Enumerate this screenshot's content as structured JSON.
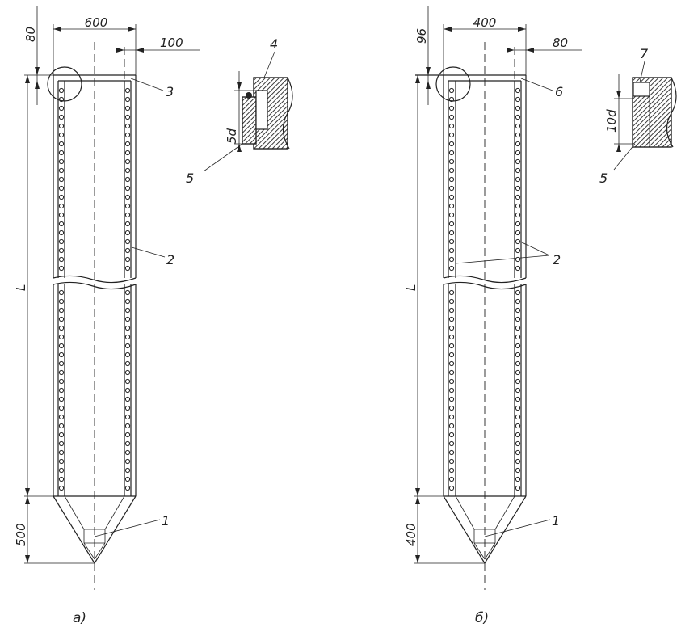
{
  "drawing_a": {
    "caption": "а)",
    "dims": {
      "top": "80",
      "width": "600",
      "offset": "100",
      "length": "L",
      "tip": "500"
    },
    "labels": {
      "tip": "1",
      "rebar": "2",
      "corner": "3"
    },
    "detail": {
      "top_label": "4",
      "bottom_label": "5",
      "dim": "5d"
    }
  },
  "drawing_b": {
    "caption": "б)",
    "dims": {
      "top": "96",
      "width": "400",
      "offset": "80",
      "length": "L",
      "tip": "400"
    },
    "labels": {
      "tip": "1",
      "rebar": "2",
      "corner": "6"
    },
    "detail": {
      "top_label": "7",
      "bottom_label": "5",
      "dim": "10d"
    }
  }
}
